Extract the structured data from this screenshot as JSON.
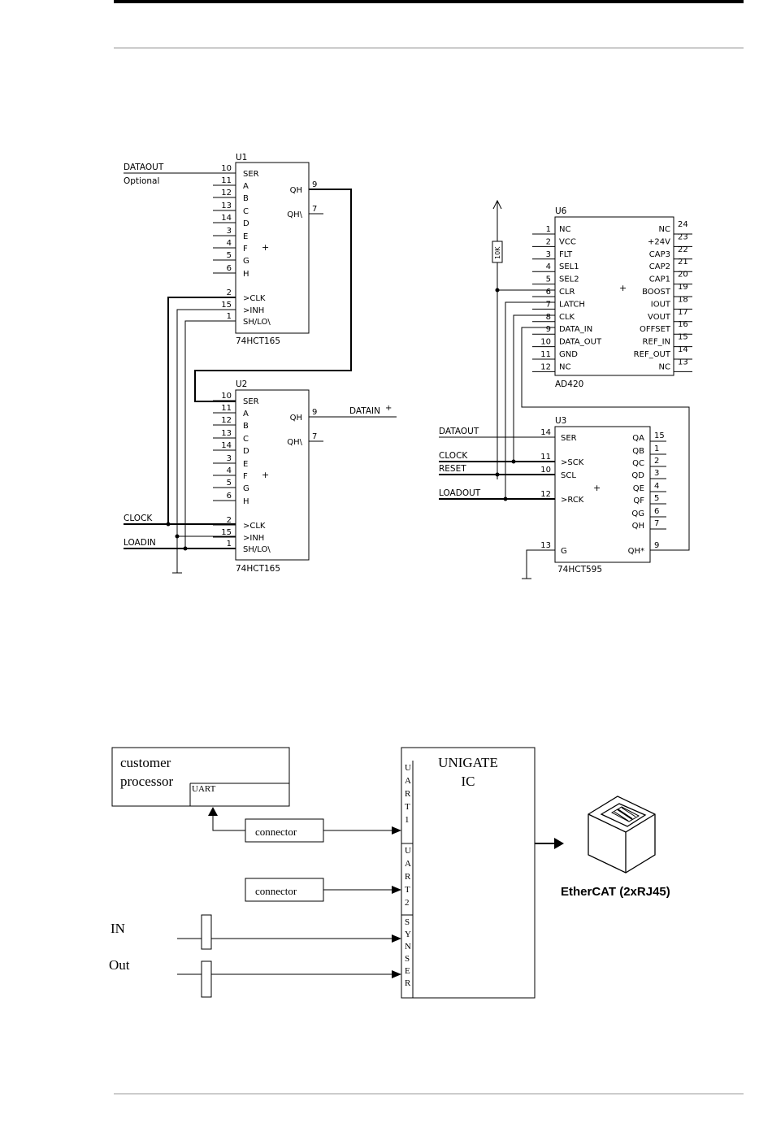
{
  "schematic_left": {
    "u1": {
      "ref": "U1",
      "part": "74HCT165",
      "pins": [
        {
          "num": "10",
          "name": "SER"
        },
        {
          "num": "11",
          "name": "A"
        },
        {
          "num": "12",
          "name": "B"
        },
        {
          "num": "13",
          "name": "C"
        },
        {
          "num": "14",
          "name": "D"
        },
        {
          "num": "3",
          "name": "E"
        },
        {
          "num": "4",
          "name": "F"
        },
        {
          "num": "5",
          "name": "G"
        },
        {
          "num": "6",
          "name": "H"
        },
        {
          "num": "2",
          "name": ">CLK"
        },
        {
          "num": "15",
          "name": ">INH"
        },
        {
          "num": "1",
          "name": "SH/LO\\"
        }
      ],
      "out_pins": [
        {
          "num": "9",
          "name": "QH"
        },
        {
          "num": "7",
          "name": "QH\\"
        }
      ]
    },
    "u2": {
      "ref": "U2",
      "part": "74HCT165",
      "pins": [
        {
          "num": "10",
          "name": "SER"
        },
        {
          "num": "11",
          "name": "A"
        },
        {
          "num": "12",
          "name": "B"
        },
        {
          "num": "13",
          "name": "C"
        },
        {
          "num": "14",
          "name": "D"
        },
        {
          "num": "3",
          "name": "E"
        },
        {
          "num": "4",
          "name": "F"
        },
        {
          "num": "5",
          "name": "G"
        },
        {
          "num": "6",
          "name": "H"
        },
        {
          "num": "2",
          "name": ">CLK"
        },
        {
          "num": "15",
          "name": ">INH"
        },
        {
          "num": "1",
          "name": "SH/LO\\"
        }
      ],
      "out_pins": [
        {
          "num": "9",
          "name": "QH"
        },
        {
          "num": "7",
          "name": "QH\\"
        }
      ]
    },
    "nets": {
      "dataout": "DATAOUT",
      "optional": "Optional",
      "datain": "DATAIN",
      "clock": "CLOCK",
      "loadin": "LOADIN"
    }
  },
  "schematic_right": {
    "u6": {
      "ref": "U6",
      "part": "AD420",
      "left_pins": [
        {
          "num": "1",
          "name": "NC"
        },
        {
          "num": "2",
          "name": "VCC"
        },
        {
          "num": "3",
          "name": "FLT"
        },
        {
          "num": "4",
          "name": "SEL1"
        },
        {
          "num": "5",
          "name": "SEL2"
        },
        {
          "num": "6",
          "name": "CLR"
        },
        {
          "num": "7",
          "name": "LATCH"
        },
        {
          "num": "8",
          "name": "CLK"
        },
        {
          "num": "9",
          "name": "DATA_IN"
        },
        {
          "num": "10",
          "name": "DATA_OUT"
        },
        {
          "num": "11",
          "name": "GND"
        },
        {
          "num": "12",
          "name": "NC"
        }
      ],
      "right_pins": [
        {
          "num": "24",
          "name": "NC"
        },
        {
          "num": "23",
          "name": "+24V"
        },
        {
          "num": "22",
          "name": "CAP3"
        },
        {
          "num": "21",
          "name": "CAP2"
        },
        {
          "num": "20",
          "name": "CAP1"
        },
        {
          "num": "19",
          "name": "BOOST"
        },
        {
          "num": "18",
          "name": "IOUT"
        },
        {
          "num": "17",
          "name": "VOUT"
        },
        {
          "num": "16",
          "name": "OFFSET"
        },
        {
          "num": "15",
          "name": "REF_IN"
        },
        {
          "num": "14",
          "name": "REF_OUT"
        },
        {
          "num": "13",
          "name": "NC"
        }
      ]
    },
    "u3": {
      "ref": "U3",
      "part": "74HCT595",
      "left_pins": [
        {
          "num": "14",
          "name": "SER"
        },
        {
          "num": "11",
          "name": ">SCK"
        },
        {
          "num": "10",
          "name": "SCL"
        },
        {
          "num": "12",
          "name": ">RCK"
        },
        {
          "num": "13",
          "name": "G"
        }
      ],
      "right_pins": [
        {
          "num": "15",
          "name": "QA"
        },
        {
          "num": "1",
          "name": "QB"
        },
        {
          "num": "2",
          "name": "QC"
        },
        {
          "num": "3",
          "name": "QD"
        },
        {
          "num": "4",
          "name": "QE"
        },
        {
          "num": "5",
          "name": "QF"
        },
        {
          "num": "6",
          "name": "QG"
        },
        {
          "num": "7",
          "name": "QH"
        },
        {
          "num": "9",
          "name": "QH*"
        }
      ]
    },
    "resistor": "10K",
    "nets": {
      "dataout": "DATAOUT",
      "clock": "CLOCK",
      "reset": "RESET",
      "loadout": "LOADOUT"
    }
  },
  "block_diagram": {
    "customer_line1": "customer",
    "customer_line2": "processor",
    "uart_label": "UART",
    "connector1": "connector",
    "connector2": "connector",
    "in_label": "IN",
    "out_label": "Out",
    "unigate_line1": "UNIGATE",
    "unigate_line2": "IC",
    "uart1_letters": [
      "U",
      "A",
      "R",
      "T",
      "1"
    ],
    "uart2_letters": [
      "U",
      "A",
      "R",
      "T",
      "2"
    ],
    "syn_letters": [
      "S",
      "Y",
      "N",
      "S",
      "E",
      "R"
    ],
    "ethercat": "EtherCAT (2xRJ45)"
  }
}
